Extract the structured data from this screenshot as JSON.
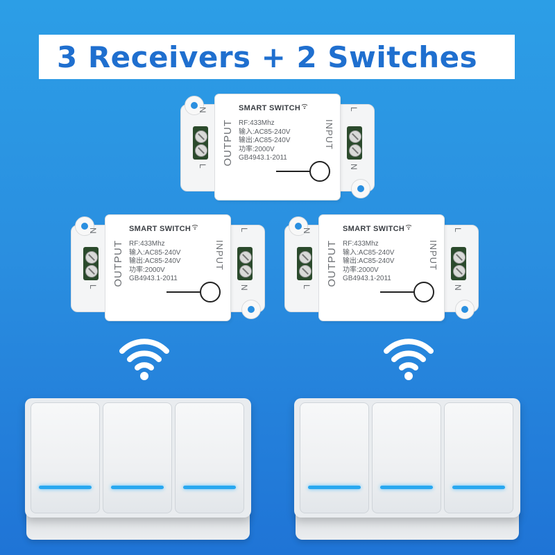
{
  "banner": {
    "title": "3 Receivers + 2 Switches"
  },
  "receiver": {
    "title": "SMART SWITCH",
    "specs": [
      "RF:433Mhz",
      "输入:AC85-240V",
      "输出:AC85-240V",
      "功率:2000V",
      "GB4943.1-2011"
    ],
    "output_label": "OUTPUT",
    "input_label": "INPUT",
    "terminal_n": "N",
    "terminal_l": "L"
  },
  "colors": {
    "background_top": "#2c9ee6",
    "background_bottom": "#1f74d6",
    "title_text": "#1f6fcf",
    "terminal_block": "#2b4a2c",
    "switch_led": "#29a8f0"
  },
  "icons": {
    "wireless": "wifi-icon",
    "signal": "signal-icon"
  }
}
